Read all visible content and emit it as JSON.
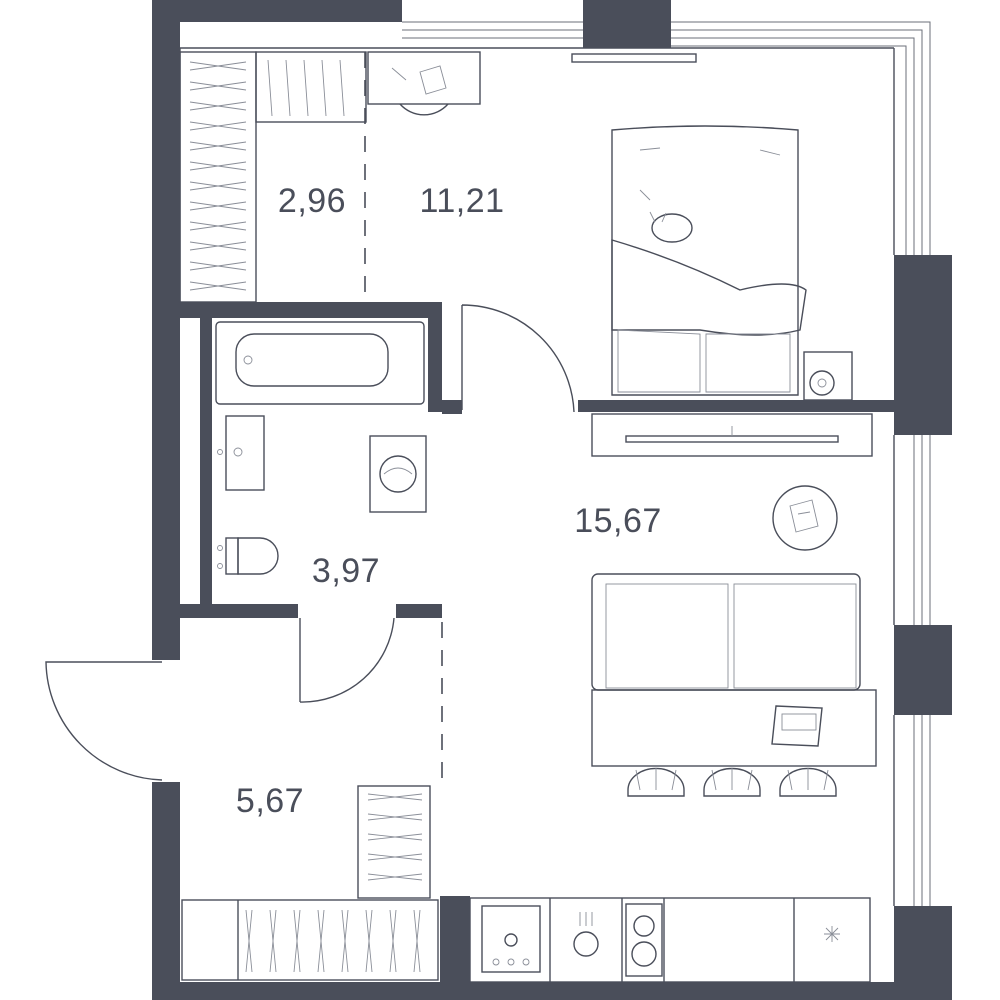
{
  "rooms": [
    {
      "id": "wardrobe",
      "area": "2,96"
    },
    {
      "id": "bedroom",
      "area": "11,21"
    },
    {
      "id": "bathroom",
      "area": "3,97"
    },
    {
      "id": "living-kitchen",
      "area": "15,67"
    },
    {
      "id": "hallway",
      "area": "5,67"
    }
  ],
  "colors": {
    "wall": "#4a4e5a",
    "line": "#6b6f7a",
    "background": "#ffffff"
  },
  "icons": [
    "bed-icon",
    "cat-icon",
    "bathtub-icon",
    "sink-icon",
    "toilet-icon",
    "washing-machine-icon",
    "sofa-icon",
    "table-icon",
    "chair-icon",
    "laptop-icon",
    "tv-icon",
    "stove-icon",
    "oven-icon",
    "kitchen-sink-icon",
    "desk-icon",
    "rug-icon",
    "fan-icon"
  ]
}
